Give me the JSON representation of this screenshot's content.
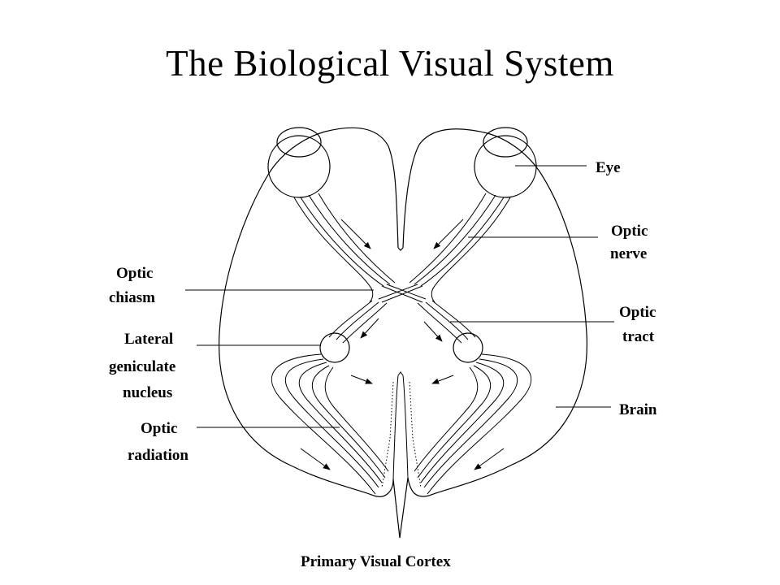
{
  "title": "The Biological Visual System",
  "labels": {
    "eye": "Eye",
    "optic_nerve_1": "Optic",
    "optic_nerve_2": "nerve",
    "optic_chiasm_1": "Optic",
    "optic_chiasm_2": "chiasm",
    "optic_tract_1": "Optic",
    "optic_tract_2": "tract",
    "lgn_1": "Lateral",
    "lgn_2": "geniculate",
    "lgn_3": "nucleus",
    "brain": "Brain",
    "optic_radiation_1": "Optic",
    "optic_radiation_2": "radiation",
    "primary_visual_cortex": "Primary Visual Cortex"
  }
}
